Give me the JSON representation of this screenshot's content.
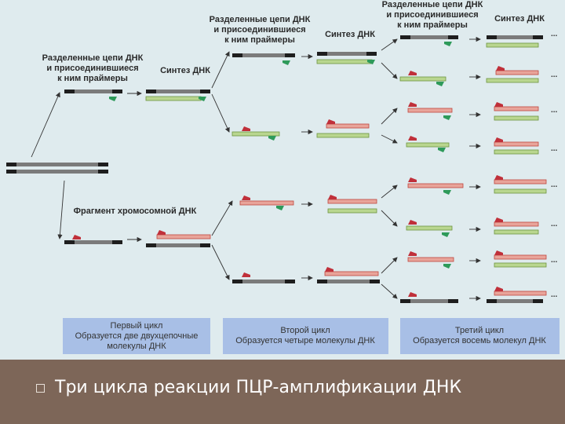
{
  "labels": {
    "separated_primers_1": [
      "Разделенные цепи ДНК",
      "и присоединившиеся",
      "к ним праймеры"
    ],
    "synthesis_1": "Синтез ДНК",
    "separated_primers_2": [
      "Разделенные цепи ДНК",
      "и присоединившиеся",
      "к ним праймеры"
    ],
    "synthesis_2": "Синтез ДНК",
    "separated_primers_3": [
      "Разделенные цепи ДНК",
      "и присоединившиеся",
      "к ним праймеры"
    ],
    "synthesis_3": "Синтез ДНК",
    "chromosome_fragment": "Фрагмент хромосомной ДНК",
    "ellipsis": "..."
  },
  "cycles": [
    {
      "title": "Первый цикл",
      "lines": [
        "Образуется две двухцепочные",
        "молекулы ДНК"
      ]
    },
    {
      "title": "Второй цикл",
      "lines": [
        "Образуется четыре молекулы ДНК"
      ]
    },
    {
      "title": "Третий цикл",
      "lines": [
        "Образуется восемь молекул ДНК"
      ]
    }
  ],
  "caption": "Три цикла реакции ПЦР-амплификации ДНК",
  "colors": {
    "template": "#7b7b7b",
    "template_end": "#1e1e1e",
    "new_red": "#e8a49a",
    "new_red_edge": "#c0463e",
    "new_green": "#b9d68f",
    "new_green_edge": "#6d9440",
    "primer_red": "#c0303a",
    "primer_green": "#2e9a5a",
    "cycle_box": "#a8bfe6",
    "footer": "#7d6658"
  }
}
